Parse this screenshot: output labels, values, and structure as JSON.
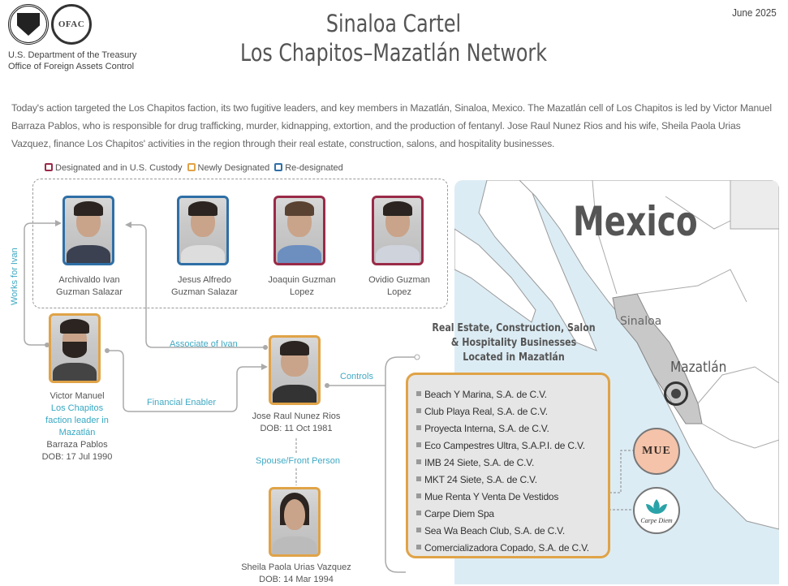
{
  "header": {
    "logos": [
      "treasury-seal",
      "ofac-seal"
    ],
    "ofac_logo_text": "OFAC",
    "org_line1": "U.S. Department of the Treasury",
    "org_line2": "Office of Foreign Assets Control",
    "title_line1": "Sinaloa Cartel",
    "title_line2": "Los Chapitos–Mazatlán Network",
    "date": "June 2025"
  },
  "intro": "Today's action targeted the Los Chapitos faction, its two fugitive leaders, and key members in Mazatlán, Sinaloa, Mexico. The Mazatlán cell of Los Chapitos is led by Victor Manuel Barraza Pablos, who is responsible for drug trafficking, murder, kidnapping, extortion, and the production of fentanyl. Jose Raul Nunez Rios and his wife, Sheila Paola Urias Vazquez, finance Los Chapitos' activities in the region through their real estate, construction, salons, and hospitality businesses.",
  "legend": {
    "items": [
      {
        "label": "Designated and in U.S. Custody",
        "color": "#9a2a48"
      },
      {
        "label": "Newly Designated",
        "color": "#e0a347"
      },
      {
        "label": "Re-designated",
        "color": "#2f6fa6"
      }
    ]
  },
  "people": {
    "archivaldo": {
      "line1": "Archivaldo Ivan",
      "line2": "Guzman Salazar",
      "status": "Re-designated"
    },
    "jesus": {
      "line1": "Jesus Alfredo",
      "line2": "Guzman Salazar",
      "status": "Re-designated"
    },
    "joaquin": {
      "line1": "Joaquin Guzman",
      "line2": "Lopez",
      "status": "Designated and in U.S. Custody"
    },
    "ovidio": {
      "line1": "Ovidio Guzman",
      "line2": "Lopez",
      "status": "Designated and in U.S. Custody"
    },
    "victor": {
      "line1": "Victor Manuel",
      "role1": "Los Chapitos",
      "role2": "faction leader in",
      "role3": "Mazatlán",
      "line2": "Barraza Pablos",
      "dob": "DOB: 17 Jul 1990",
      "status": "Newly Designated"
    },
    "jose": {
      "line1": "Jose Raul Nunez Rios",
      "dob": "DOB: 11 Oct 1981",
      "status": "Newly Designated"
    },
    "sheila": {
      "line1": "Sheila Paola Urias Vazquez",
      "dob": "DOB: 14 Mar 1994",
      "status": "Newly Designated"
    }
  },
  "edges": {
    "works_for": "Works for Ivan",
    "associate": "Associate of Ivan",
    "financial": "Financial Enabler",
    "controls": "Controls",
    "spouse": "Spouse/Front Person"
  },
  "businesses": {
    "heading1": "Real Estate, Construction, Salon",
    "heading2": "& Hospitality Businesses",
    "heading3": "Located in Mazatlán",
    "items": [
      "Beach Y Marina, S.A. de C.V.",
      "Club Playa Real, S.A. de C.V.",
      "Proyecta Interna, S.A. de C.V.",
      "Eco Campestres Ultra, S.A.P.I. de C.V.",
      "IMB 24 Siete, S.A. de C.V.",
      "MKT 24 Siete, S.A. de C.V.",
      "Mue Renta Y Venta De Vestidos",
      "Carpe Diem Spa",
      "Sea Wa Beach Club, S.A. de C.V.",
      "Comercializadora Copado, S.A. de C.V."
    ],
    "logo_mue": "MUE",
    "logo_carpe": "Carpe Diem"
  },
  "map": {
    "country": "Mexico",
    "state": "Sinaloa",
    "city": "Mazatlán",
    "colors": {
      "water": "#dcecf4",
      "land": "#ffffff",
      "state": "#c8c8c8"
    }
  }
}
